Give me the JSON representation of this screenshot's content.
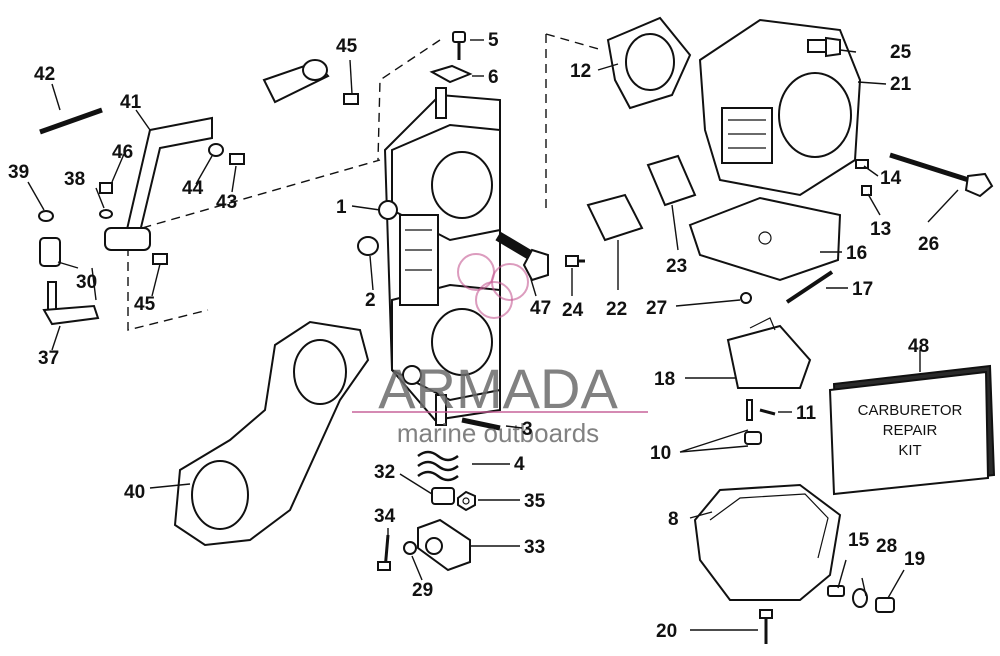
{
  "callouts": {
    "c1": "1",
    "c2": "2",
    "c3": "3",
    "c4": "4",
    "c5": "5",
    "c6": "6",
    "c8": "8",
    "c10": "10",
    "c11": "11",
    "c12": "12",
    "c13": "13",
    "c14": "14",
    "c15": "15",
    "c16": "16",
    "c17": "17",
    "c18": "18",
    "c19": "19",
    "c20": "20",
    "c21": "21",
    "c22": "22",
    "c23": "23",
    "c24": "24",
    "c25": "25",
    "c26": "26",
    "c27": "27",
    "c28": "28",
    "c29": "29",
    "c30": "30",
    "c32": "32",
    "c33": "33",
    "c34": "34",
    "c35": "35",
    "c37": "37",
    "c38": "38",
    "c39": "39",
    "c40": "40",
    "c41": "41",
    "c42": "42",
    "c43": "43",
    "c44": "44",
    "c45a": "45",
    "c45b": "45",
    "c46": "46",
    "c47": "47",
    "c48": "48"
  },
  "kit_box": {
    "line1": "CARBURETOR",
    "line2": "REPAIR",
    "line3": "KIT"
  },
  "watermark": {
    "brand": "ARMADA",
    "tagline": "marine outboards",
    "color": "#c45a93"
  }
}
